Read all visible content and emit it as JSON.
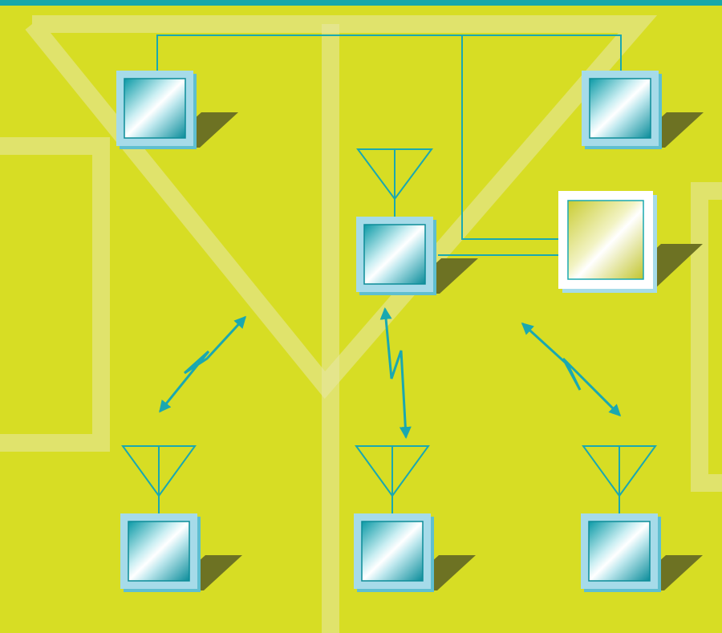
{
  "colors": {
    "background": "#d7dd24",
    "top_bar": "#17a8a8",
    "watermark": "#e7e8a8",
    "line": "#1aa8b0",
    "screen_light": "#e4f2f6",
    "screen_dark": "#0c9aa6",
    "frame": "#a6dbe9",
    "shadow": "#6d7223",
    "highlight_frame": "#ffffff",
    "highlight_screen": "#e0e1a0"
  },
  "icons": {
    "computer": "computer-terminal-icon",
    "access_point": "access-point-icon",
    "antenna": "antenna-icon",
    "wireless_link": "zigzag-double-arrow-icon"
  },
  "diagram": {
    "kind": "wireless-network",
    "wired_terminals": 2,
    "access_points": 1,
    "wireless_terminals": 4,
    "wireless_links": 3
  }
}
